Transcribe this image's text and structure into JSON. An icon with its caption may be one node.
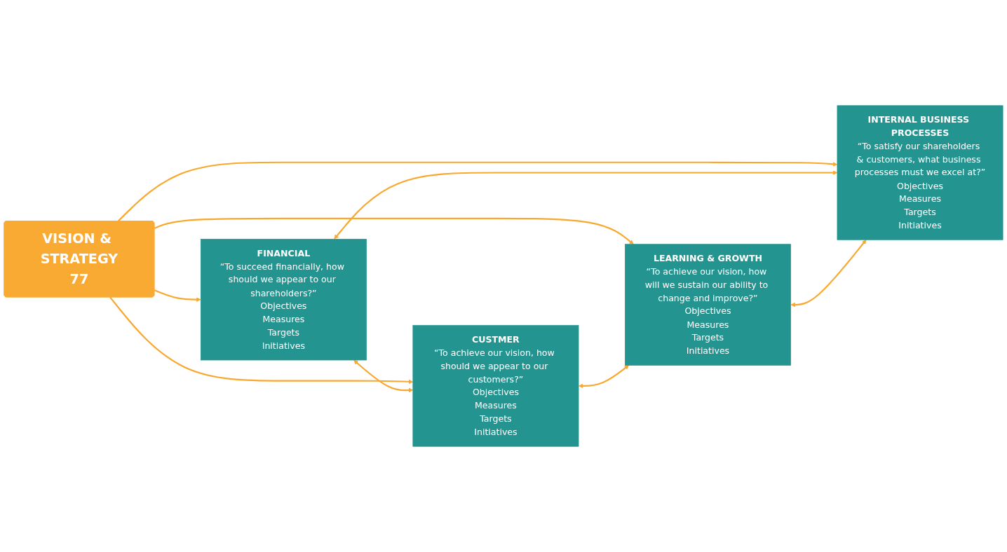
{
  "diagram": {
    "nodes": [
      {
        "text": [
          "FINANCIAL",
          "“To succeed financially, how should we appear to our shareholders?”",
          "Objectives",
          "Measures",
          "Targets",
          "Initiatives"
        ]
      },
      {
        "text": [
          "CUSTMER",
          "“To achieve our vision, how should we appear to our customers?”",
          "Objectives",
          "Measures",
          "Targets",
          "Initiatives"
        ]
      },
      {
        "text": [
          "VISION & STRATEGY",
          "77"
        ]
      },
      {
        "text": [
          "INTERNAL BUSINESS PROCESSES",
          "“To satisfy our shareholders & customers, what business processes must we excel at?”",
          "Objectives",
          "Measures",
          "Targets",
          "Initiatives"
        ]
      },
      {
        "text": [
          "LEARNING & GROWTH",
          "“To achieve our vision, how will we sustain our ability to change and improve?”",
          "Objectives",
          "Measures",
          "Targets",
          "Initiatives"
        ]
      }
    ],
    "edges": [
      {
        "from": 2,
        "to": 0,
        "arrow": "to"
      },
      {
        "from": 2,
        "to": 1,
        "arrow": "to"
      },
      {
        "from": 2,
        "to": 3,
        "arrow": "to"
      },
      {
        "from": 2,
        "to": 4,
        "arrow": "to"
      },
      {
        "from": 0,
        "to": 1,
        "arrow": "both"
      },
      {
        "from": 0,
        "to": 3,
        "arrow": "both"
      },
      {
        "from": 1,
        "to": 4,
        "arrow": "both"
      },
      {
        "from": 4,
        "to": 3,
        "arrow": "both"
      }
    ]
  }
}
